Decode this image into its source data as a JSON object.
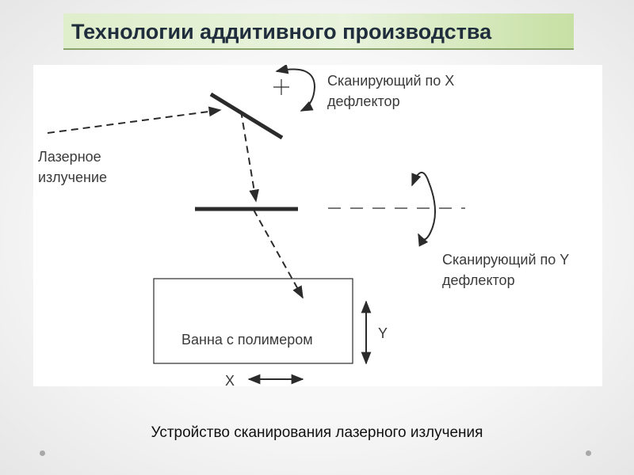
{
  "slide": {
    "title": "Технологии аддитивного производства",
    "caption": "Устройство сканирования лазерного излучения"
  },
  "diagram": {
    "labels": {
      "x_deflector_line1": "Сканирующий по X",
      "x_deflector_line2": "дефлектор",
      "laser_line1": "Лазерное",
      "laser_line2": "излучение",
      "y_deflector_line1": "Сканирующий по Y",
      "y_deflector_line2": "дефлектор",
      "bath": "Ванна с полимером",
      "axis_y": "Y",
      "axis_x": "X"
    },
    "colors": {
      "ink": "#2b2b2b",
      "text": "#3a3a3a"
    }
  }
}
